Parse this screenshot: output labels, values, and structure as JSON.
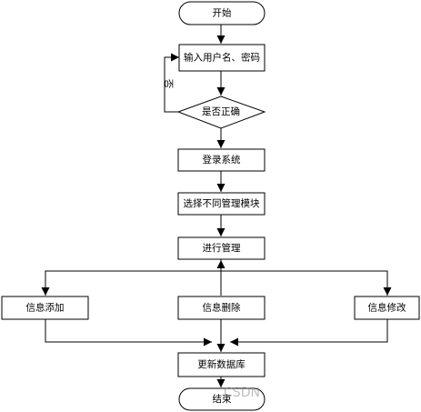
{
  "flowchart": {
    "start": "开始",
    "input": "输入用户名、密码",
    "decision": "是否正确",
    "no_label": "否",
    "login": "登录系统",
    "select_module": "选择不同管理模块",
    "manage": "进行管理",
    "info_add": "信息添加",
    "info_delete": "信息删除",
    "info_edit": "信息修改",
    "update_db": "更新数据库",
    "end": "结束"
  },
  "watermark": "CSDN",
  "colors": {
    "stroke": "#000000",
    "fill": "#ffffff",
    "watermark": "#8a8a8a"
  }
}
